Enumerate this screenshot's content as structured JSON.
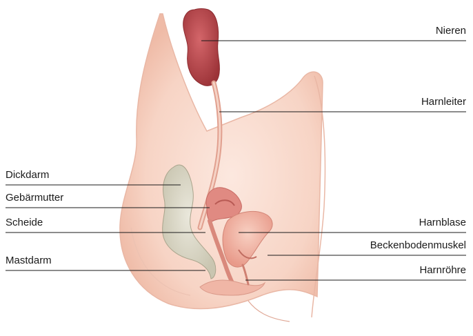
{
  "labels": {
    "left": [
      {
        "id": "dickdarm",
        "text": "Dickdarm"
      },
      {
        "id": "gebaermutter",
        "text": "Gebärmutter"
      },
      {
        "id": "scheide",
        "text": "Scheide"
      },
      {
        "id": "mastdarm",
        "text": "Mastdarm"
      }
    ],
    "right": [
      {
        "id": "nieren",
        "text": "Nieren"
      },
      {
        "id": "harnleiter",
        "text": "Harnleiter"
      },
      {
        "id": "harnblase",
        "text": "Harnblase"
      },
      {
        "id": "beckenbodenmuskel",
        "text": "Beckenbodenmuskel"
      },
      {
        "id": "harnroehre",
        "text": "Harnröhre"
      }
    ]
  },
  "colors": {
    "skin": "#f9ddd1",
    "skin_outline": "#e9b7a5",
    "kidney": "#b8474a",
    "ureter": "#d98a7d",
    "uterus": "#e08a82",
    "bladder": "#f3b7a5",
    "colon": "#d9d6c5",
    "leader_line": "#1a1a1a"
  }
}
